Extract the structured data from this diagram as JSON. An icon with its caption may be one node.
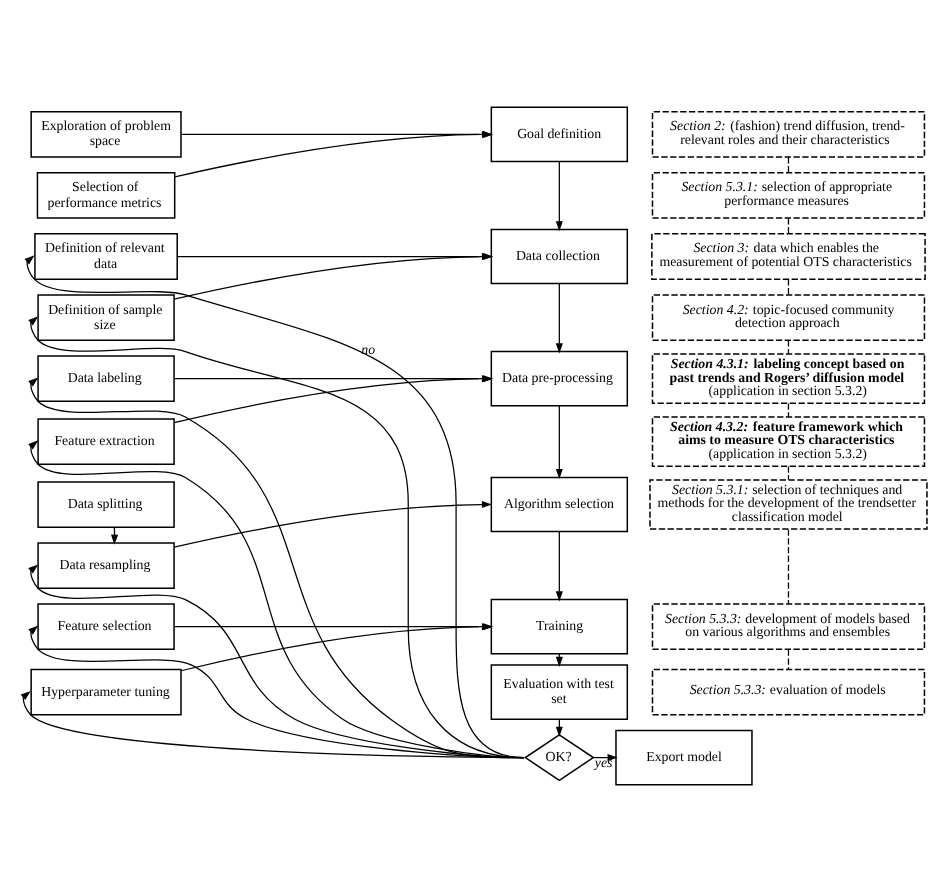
{
  "diagram": {
    "nodes": [
      {
        "text": [
          "Exploration of problem space"
        ]
      },
      {
        "text": [
          "Selection of performance metrics"
        ]
      },
      {
        "text": [
          "Goal definition"
        ]
      },
      {
        "text": [
          "Definition of relevant data"
        ]
      },
      {
        "text": [
          "Definition of sample size"
        ]
      },
      {
        "text": [
          "Data collection"
        ]
      },
      {
        "text": [
          "Data labeling"
        ]
      },
      {
        "text": [
          "Feature extraction"
        ]
      },
      {
        "text": [
          "Data pre-processing"
        ]
      },
      {
        "text": [
          "Data splitting"
        ]
      },
      {
        "text": [
          "Data resampling"
        ]
      },
      {
        "text": [
          "Algorithm selection"
        ]
      },
      {
        "text": [
          "Feature selection"
        ]
      },
      {
        "text": [
          "Hyperparameter tuning"
        ]
      },
      {
        "text": [
          "Training"
        ]
      },
      {
        "text": [
          "Evaluation with test set"
        ]
      },
      {
        "text": [
          "OK?"
        ]
      },
      {
        "text": [
          "Export model"
        ]
      },
      {
        "text": [
          "*Section 2:* (fashion) trend diffusion, trend-relevant roles and their characteristics"
        ]
      },
      {
        "text": [
          "*Section 5.3.1:* selection of appropriate performance measures"
        ]
      },
      {
        "text": [
          "*Section 3:* data which enables the measurement of potential OTS characteristics"
        ]
      },
      {
        "text": [
          "*Section 4.2:* topic-focused community detection approach"
        ]
      },
      {
        "text": [
          "***Section 4.3.1:* labeling concept based on past trends and Rogers’ diffusion model**",
          "(application in section 5.3.2)"
        ]
      },
      {
        "text": [
          "***Section 4.3.2:* feature framework which aims to measure OTS characteristics**",
          "(application in section 5.3.2)"
        ]
      },
      {
        "text": [
          "*Section 5.3.1:* selection of techniques and methods for the development of the trendsetter classification model"
        ]
      },
      {
        "text": [
          "*Section 5.3.3:* development of models based on various algorithms and ensembles"
        ]
      },
      {
        "text": [
          "*Section 5.3.3:* evaluation of models"
        ]
      }
    ],
    "edges": [
      {
        "from": 0,
        "to": 2,
        "arrow": "to"
      },
      {
        "from": 1,
        "to": 2,
        "arrow": "to"
      },
      {
        "from": 2,
        "to": 5,
        "arrow": "to"
      },
      {
        "from": 3,
        "to": 5,
        "arrow": "to"
      },
      {
        "from": 4,
        "to": 5,
        "arrow": "to"
      },
      {
        "from": 5,
        "to": 8,
        "arrow": "to"
      },
      {
        "from": 6,
        "to": 8,
        "arrow": "to"
      },
      {
        "from": 7,
        "to": 8,
        "arrow": "to"
      },
      {
        "from": 8,
        "to": 11,
        "arrow": "to"
      },
      {
        "from": 9,
        "to": 10,
        "arrow": "to"
      },
      {
        "from": 10,
        "to": 11,
        "arrow": "to"
      },
      {
        "from": 11,
        "to": 14,
        "arrow": "to"
      },
      {
        "from": 12,
        "to": 14,
        "arrow": "to"
      },
      {
        "from": 13,
        "to": 14,
        "arrow": "to"
      },
      {
        "from": 14,
        "to": 15,
        "arrow": "to"
      },
      {
        "from": 15,
        "to": 16,
        "arrow": "to"
      },
      {
        "from": 16,
        "to": 17,
        "arrow": "to",
        "label": "yes"
      },
      {
        "from": 16,
        "to": 3,
        "arrow": "to",
        "label": "no"
      },
      {
        "from": 16,
        "to": 4,
        "arrow": "to"
      },
      {
        "from": 16,
        "to": 6,
        "arrow": "to"
      },
      {
        "from": 16,
        "to": 7,
        "arrow": "to"
      },
      {
        "from": 16,
        "to": 10,
        "arrow": "to"
      },
      {
        "from": 16,
        "to": 12,
        "arrow": "to"
      },
      {
        "from": 16,
        "to": 13,
        "arrow": "to"
      },
      {
        "from": 18,
        "to": 19,
        "arrow": "none",
        "style": "dashed"
      },
      {
        "from": 19,
        "to": 20,
        "arrow": "none",
        "style": "dashed"
      },
      {
        "from": 20,
        "to": 21,
        "arrow": "none",
        "style": "dashed"
      },
      {
        "from": 21,
        "to": 22,
        "arrow": "none",
        "style": "dashed"
      },
      {
        "from": 22,
        "to": 23,
        "arrow": "none",
        "style": "dashed"
      },
      {
        "from": 23,
        "to": 24,
        "arrow": "none",
        "style": "dashed"
      },
      {
        "from": 24,
        "to": 25,
        "arrow": "none",
        "style": "dashed"
      },
      {
        "from": 25,
        "to": 26,
        "arrow": "none",
        "style": "dashed"
      }
    ]
  }
}
